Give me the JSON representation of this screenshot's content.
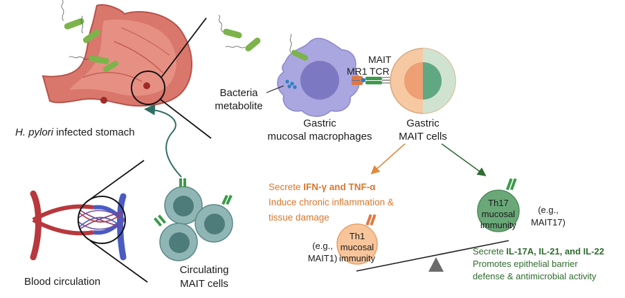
{
  "labels": {
    "stomach_italic": "H. pylori",
    "stomach_rest": " infected stomach",
    "blood": "Blood circulation",
    "circ_line1": "Circulating",
    "circ_line2": "MAIT cells",
    "bacteria_line1": "Bacteria",
    "bacteria_line2": "metabolite",
    "macro_line1": "Gastric",
    "macro_line2": "mucosal macrophages",
    "mait_line1": "Gastric",
    "mait_line2": "MAIT cells",
    "mr1": "MR1",
    "mait_tcr_line1": "MAIT",
    "mait_tcr_line2": "TCR"
  },
  "th1": {
    "line1_prefix": "Secrete ",
    "line1_bold": "IFN-γ and TNF-α",
    "line2": "Induce chronic inflammation &",
    "line3": "tissue damage",
    "cell_line1": "Th1",
    "cell_line2": "mucosal",
    "cell_line3": "immunity",
    "eg_line1": "(e.g.,",
    "eg_line2": "MAIT1)"
  },
  "th17": {
    "cell_line1": "Th17",
    "cell_line2": "mucosal",
    "cell_line3": "immunity",
    "eg_line1": "(e.g.,",
    "eg_line2": "MAIT17)",
    "line1_prefix": "Secrete ",
    "line1_bold": "IL-17A,  IL-21, and IL-22",
    "line2": "Promotes epithelial barrier",
    "line3": "defense & antimicrobial activity"
  },
  "colors": {
    "stomach": "#d9776c",
    "vein_red": "#b8383d",
    "vein_blue": "#4a5bc2",
    "macrophage": "#a9a6e0",
    "mait_outer": "#f6c9a3",
    "mait_inner": "#5fa883",
    "circulating_cell": "#8fb6b5",
    "th1_text": "#d9772b",
    "th17_text": "#2e6b2e",
    "fulcrum": "#6b6b6b"
  }
}
